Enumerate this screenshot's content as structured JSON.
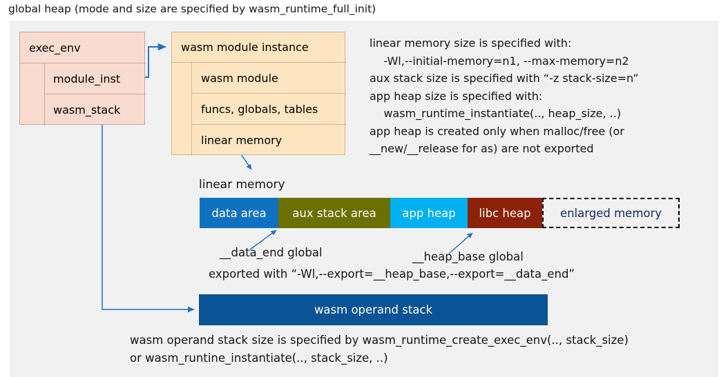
{
  "title": "global heap (mode and size are specified by wasm_runtime_full_init)",
  "exec_env": {
    "header": "exec_env",
    "rows": [
      {
        "label": "module_inst"
      },
      {
        "label": "wasm_stack"
      }
    ]
  },
  "module_instance": {
    "header": "wasm module instance",
    "rows": [
      {
        "label": "wasm module"
      },
      {
        "label": "funcs, globals, tables"
      },
      {
        "label": "linear memory"
      }
    ]
  },
  "memory_notes": "linear memory size is specified with:\n    -Wl,--initial-memory=n1, --max-memory=n2\naux stack size is specified with “-z stack-size=n”\napp heap size is specified with:\n    wasm_runtime_instantiate(.., heap_size, ..)\napp heap is created only when malloc/free (or\n__new/__release for as) are not exported",
  "linear_memory": {
    "label": "linear memory",
    "segments": [
      {
        "label": "data area",
        "color": "#0f72c0",
        "width": 114
      },
      {
        "label": "aux stack area",
        "color": "#6b7000",
        "width": 162
      },
      {
        "label": "app heap",
        "color": "#00b0f0",
        "width": 112
      },
      {
        "label": "libc heap",
        "color": "#8b2209",
        "width": 108
      },
      {
        "label": "enlarged memory",
        "color": "#f1f1f1",
        "width": 199
      }
    ]
  },
  "annotations": {
    "data_end": "__data_end global",
    "heap_base": "__heap_base global",
    "exported_with": "exported with “-Wl,--export=__heap_base,--export=__data_end”"
  },
  "operand_stack": {
    "label": "wasm operand stack",
    "color": "#0a5394",
    "note": "wasm operand stack size is specified by wasm_runtime_create_exec_env(.., stack_size)\nor wasm_runtine_instantiate(.., stack_size, ..)"
  },
  "colors": {
    "panel_background": "#f1f1f1",
    "exec_env_fill": "#fadbd0",
    "module_instance_fill": "#fce5c0",
    "connector": "#1f72c4",
    "enlarged_text": "#10275e"
  }
}
